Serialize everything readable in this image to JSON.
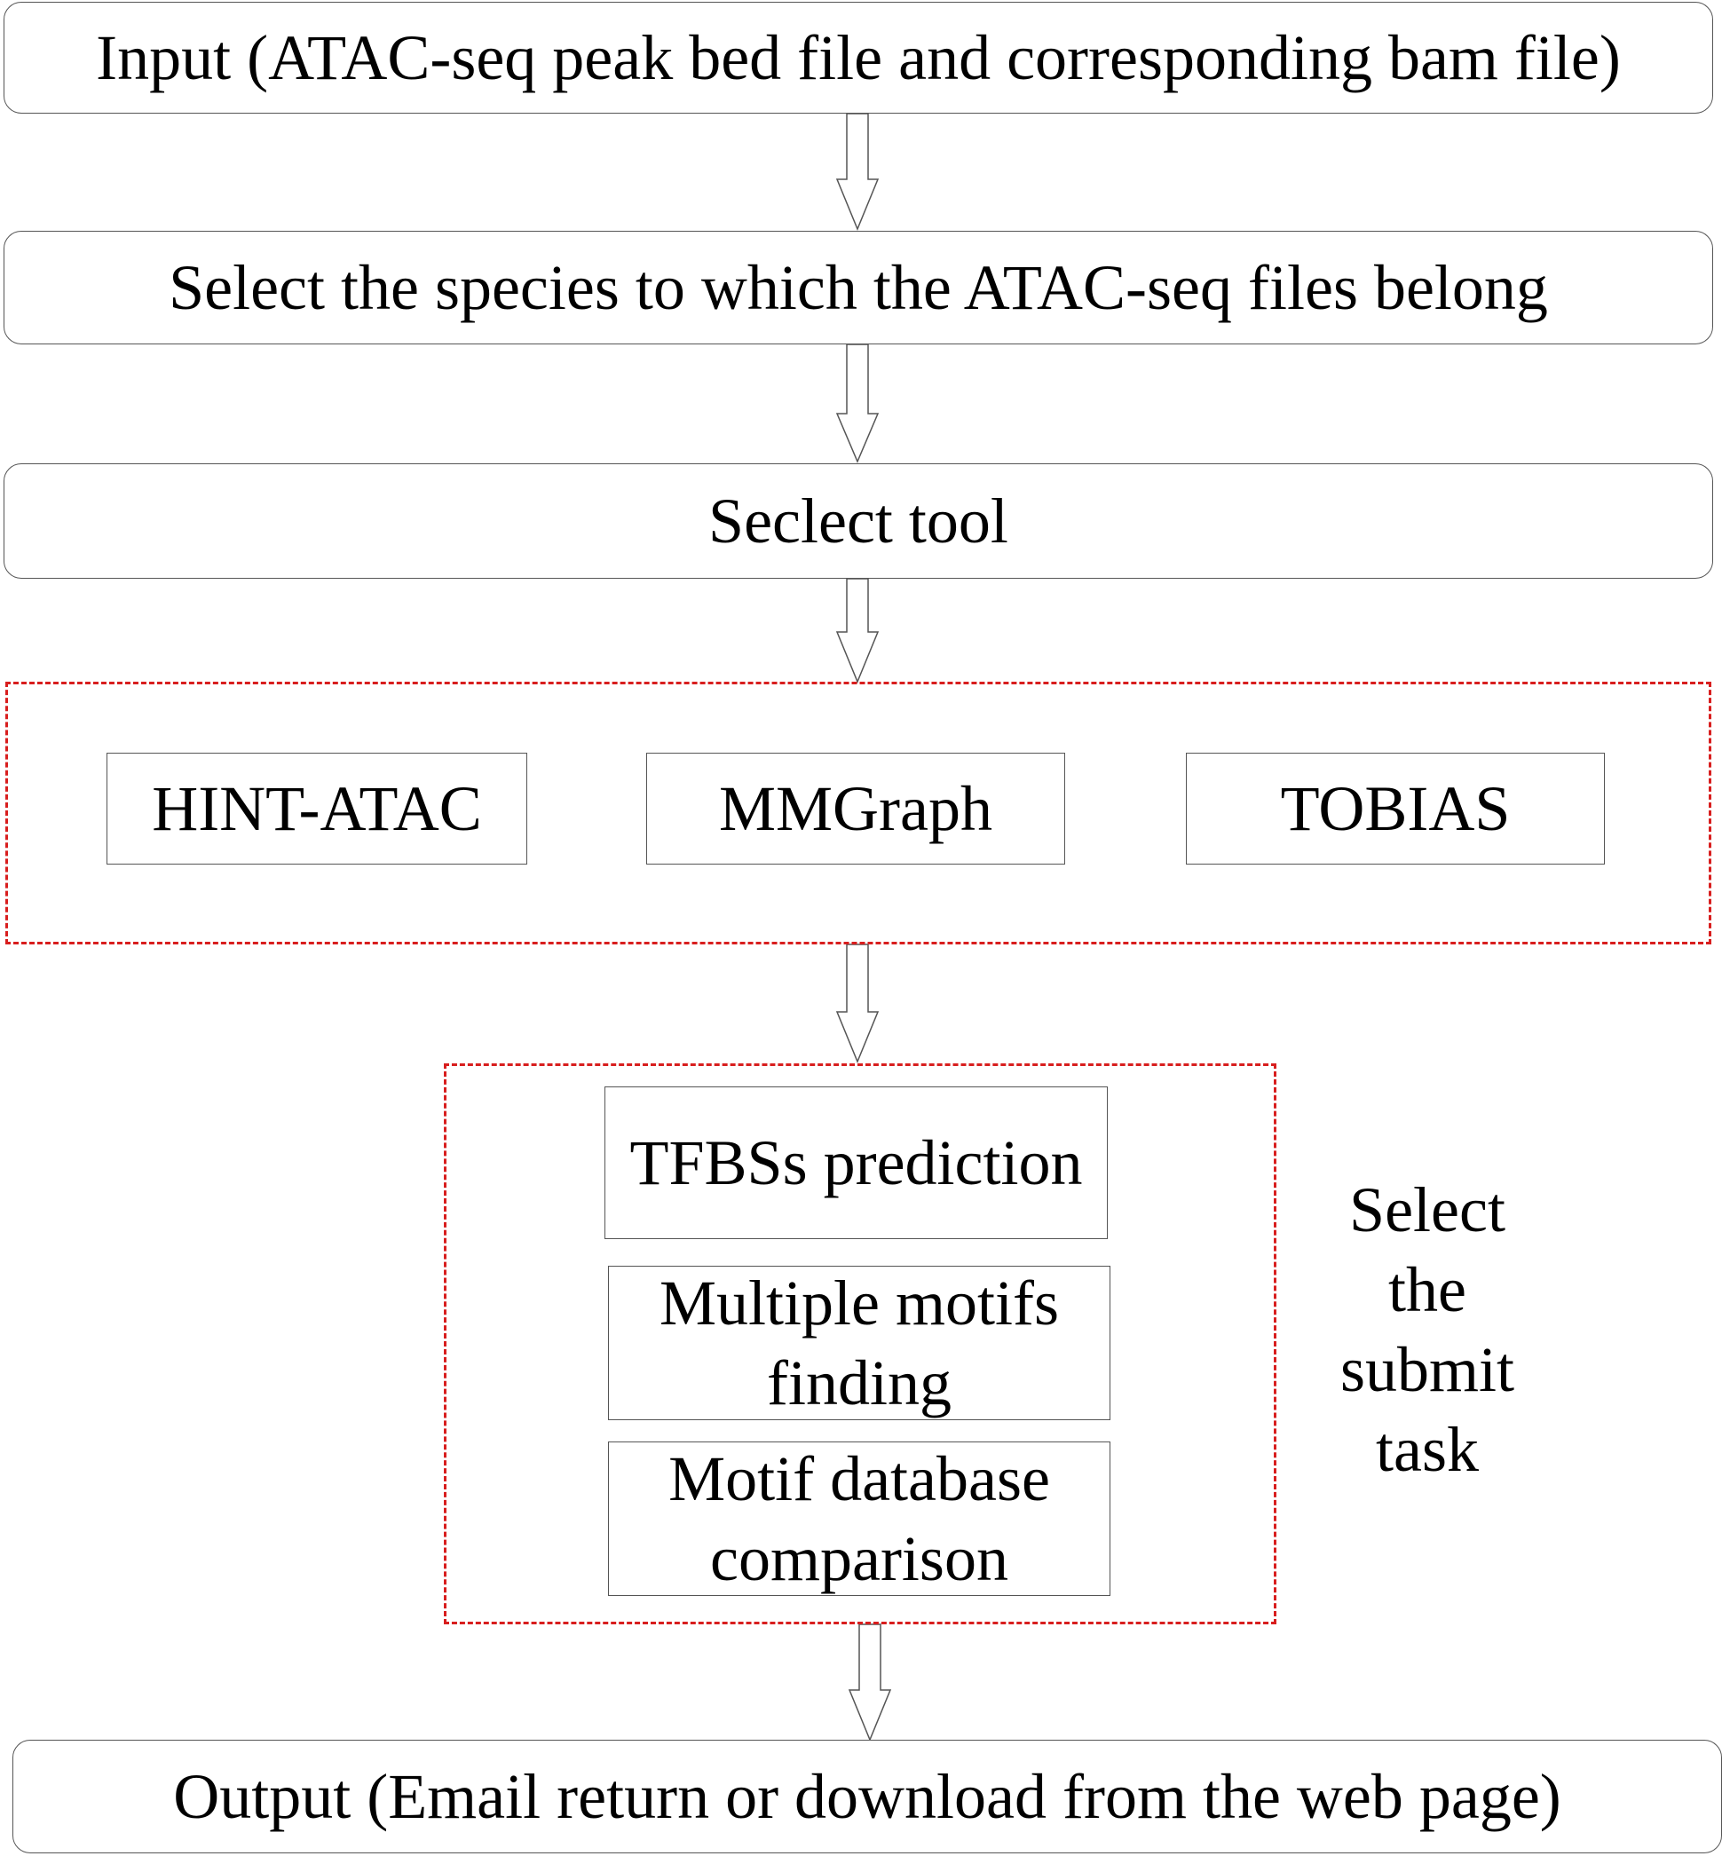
{
  "flow": {
    "input": "Input (ATAC-seq peak bed file and corresponding bam file)",
    "species": "Select the species to which the ATAC-seq files belong",
    "tool": "Seclect tool",
    "output": "Output (Email return or download from the web page)"
  },
  "tools": [
    "HINT-ATAC",
    "MMGraph",
    "TOBIAS"
  ],
  "tasks": {
    "items": [
      {
        "lines": [
          "TFBSs prediction"
        ]
      },
      {
        "lines": [
          "Multiple motifs",
          "finding"
        ]
      },
      {
        "lines": [
          "Motif database",
          "comparison"
        ]
      }
    ],
    "side_label": [
      "Select",
      "the",
      "submit",
      "task"
    ]
  },
  "colors": {
    "group_border": "#d81e1e",
    "box_border": "#555555",
    "arrow": "#555555"
  }
}
